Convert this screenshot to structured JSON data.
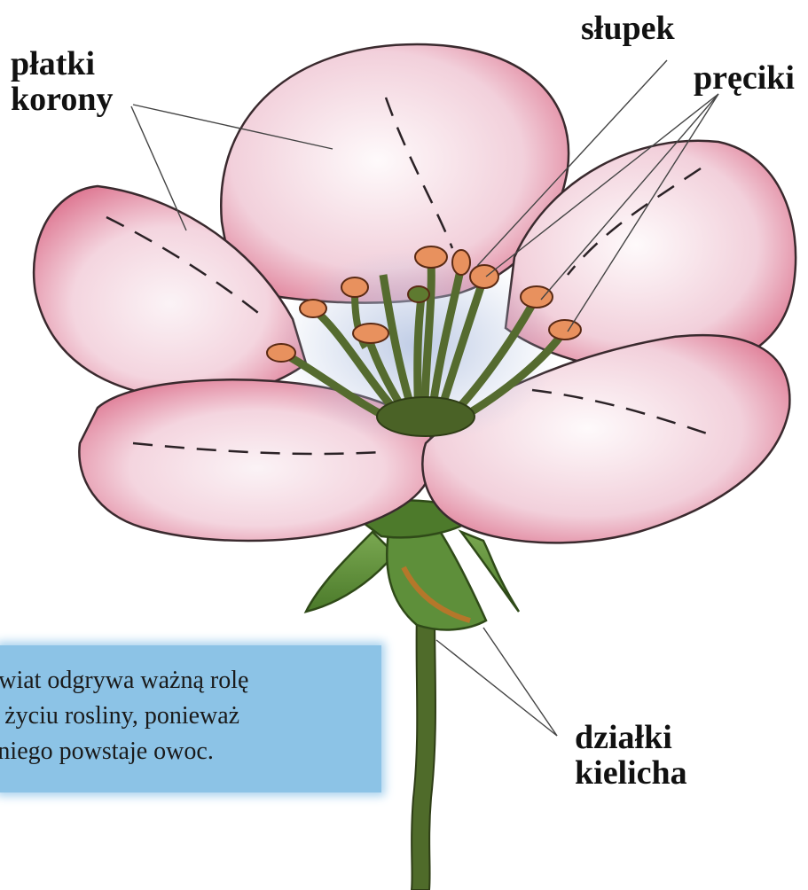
{
  "labels": {
    "petals": [
      "płatki",
      "korony"
    ],
    "pistil": "słupek",
    "stamens": "pręciki",
    "sepals": [
      "działki",
      "kielicha"
    ]
  },
  "info_box": {
    "lines": [
      "Kwiat odgrywa ważną rolę",
      "w życiu rosliny, ponieważ",
      "z niego powstaje owoc."
    ]
  },
  "colors": {
    "petal_pink": "#e27b93",
    "petal_light": "#f7e3ea",
    "stamen_green": "#556b2f",
    "anther_orange": "#e8915e",
    "sepal_green": "#5e8f3a",
    "info_box_blue": "#8cc3e6"
  }
}
